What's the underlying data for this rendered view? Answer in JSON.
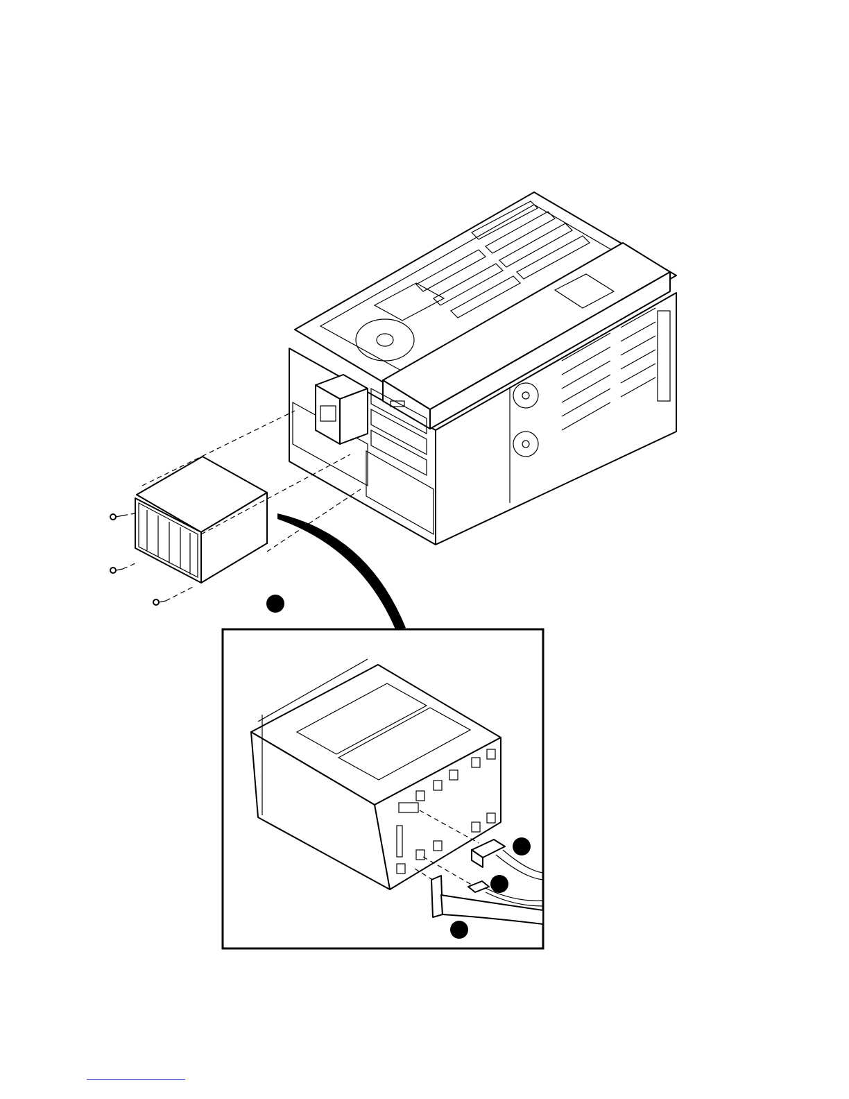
{
  "callouts": [
    {
      "id": "bay-callout"
    },
    {
      "id": "power-connector-callout"
    },
    {
      "id": "signal-connector-callout"
    },
    {
      "id": "ribbon-cable-callout"
    }
  ],
  "colors": {
    "line": "#000000",
    "background": "#ffffff",
    "footer_rule": "#1a35c8"
  }
}
